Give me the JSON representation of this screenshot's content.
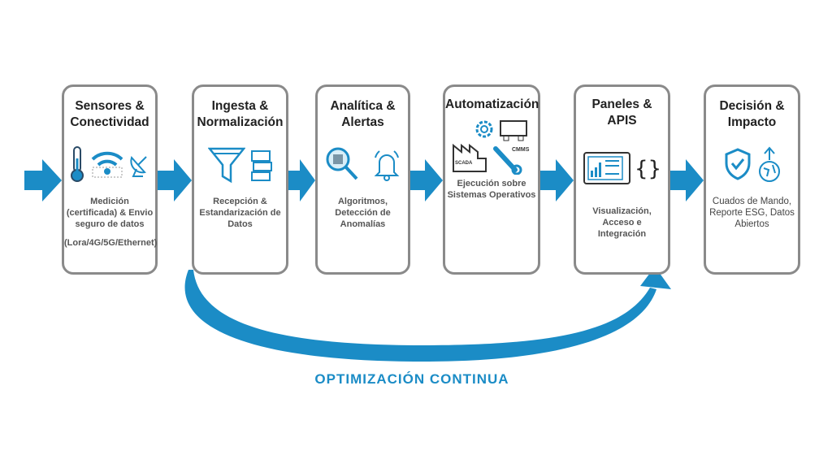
{
  "steps": [
    {
      "title": "Sensores & Conectividad",
      "desc": "Medición (certificada) & Envio seguro de datos",
      "desc2": "(Lora/4G/5G/Ethernet)"
    },
    {
      "title": "Ingesta & Normalización",
      "desc": "Recepción & Estandarización de Datos"
    },
    {
      "title": "Analítica & Alertas",
      "desc": "Algoritmos, Detección de Anomalías"
    },
    {
      "title": "Automatización",
      "desc": "Ejecución sobre Sistemas Operativos",
      "icon_labels": [
        "SCADA",
        "CMMS"
      ]
    },
    {
      "title": "Paneles & APIS",
      "desc": "Visualización, Acceso e Integración",
      "icon_text": "{}"
    },
    {
      "title": "Decisión & Impacto",
      "desc": "Cuados de Mando, Reporte ESG, Datos Abiertos"
    }
  ],
  "loop_label": "OPTIMIZACIÓN CONTINUA",
  "colors": {
    "accent": "#1b8cc6",
    "border": "#8a8a8a"
  }
}
